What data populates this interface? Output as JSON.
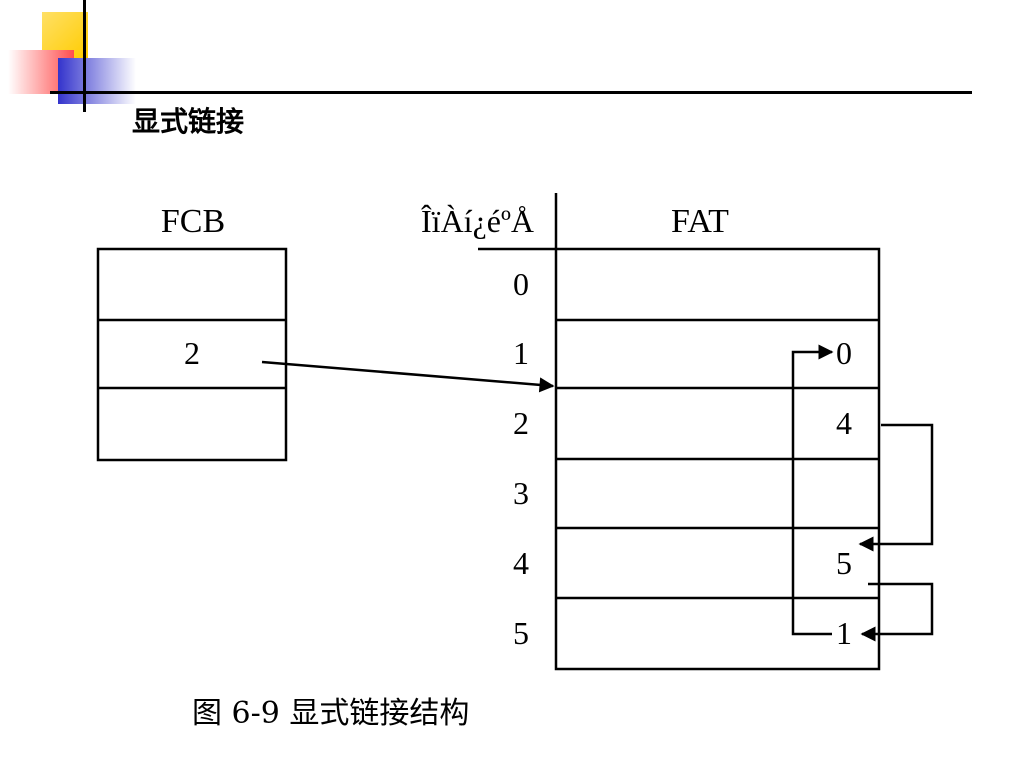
{
  "slide": {
    "title": "显式链接",
    "caption": "图 6-9 显式链接结构"
  },
  "fcb": {
    "header": "FCB",
    "rows": [
      "",
      "2",
      ""
    ]
  },
  "fat": {
    "index_header": "ÎïÀí¿éºÅ",
    "header": "FAT",
    "indices": [
      "0",
      "1",
      "2",
      "3",
      "4",
      "5"
    ],
    "values": [
      "",
      "0",
      "4",
      "",
      "5",
      "1"
    ]
  },
  "colors": {
    "line": "#000000",
    "deco_yellow": "#ffcc00",
    "deco_red": "#ff3333",
    "deco_blue": "#3333cc"
  }
}
